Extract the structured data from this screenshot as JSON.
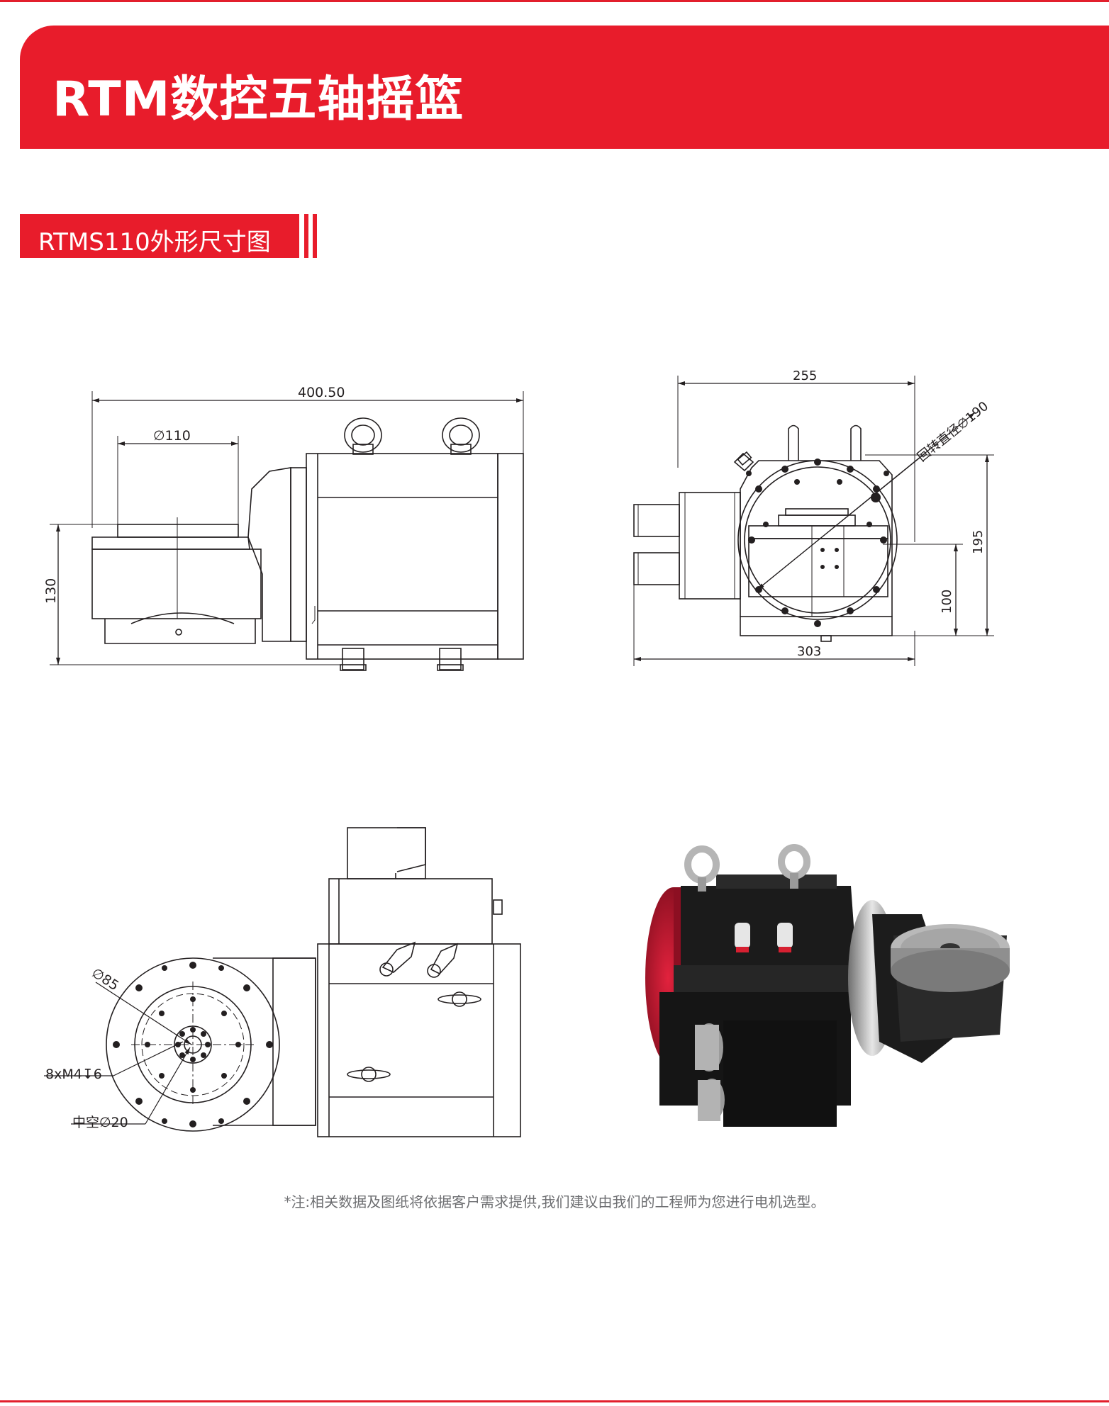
{
  "page": {
    "title": "RTM数控五轴摇篮",
    "section_title": "RTMS110外形尺寸图",
    "footnote": "*注:相关数据及图纸将依据客户需求提供,我们建议由我们的工程师为您进行电机选型。"
  },
  "side_view": {
    "dim_length": "400.50",
    "dim_table_dia": "∅110",
    "dim_height": "130"
  },
  "front_view": {
    "dim_width": "255",
    "dim_swing": "回转直径∅190",
    "dim_total_height": "195",
    "dim_center_height": "100",
    "dim_base_width": "303"
  },
  "top_view": {
    "dim_pcd": "∅85",
    "dim_thread": "8xM4↧6",
    "dim_bore": "中空∅20"
  },
  "colors": {
    "brand_red": "#e81c2b",
    "line": "#231f20"
  }
}
